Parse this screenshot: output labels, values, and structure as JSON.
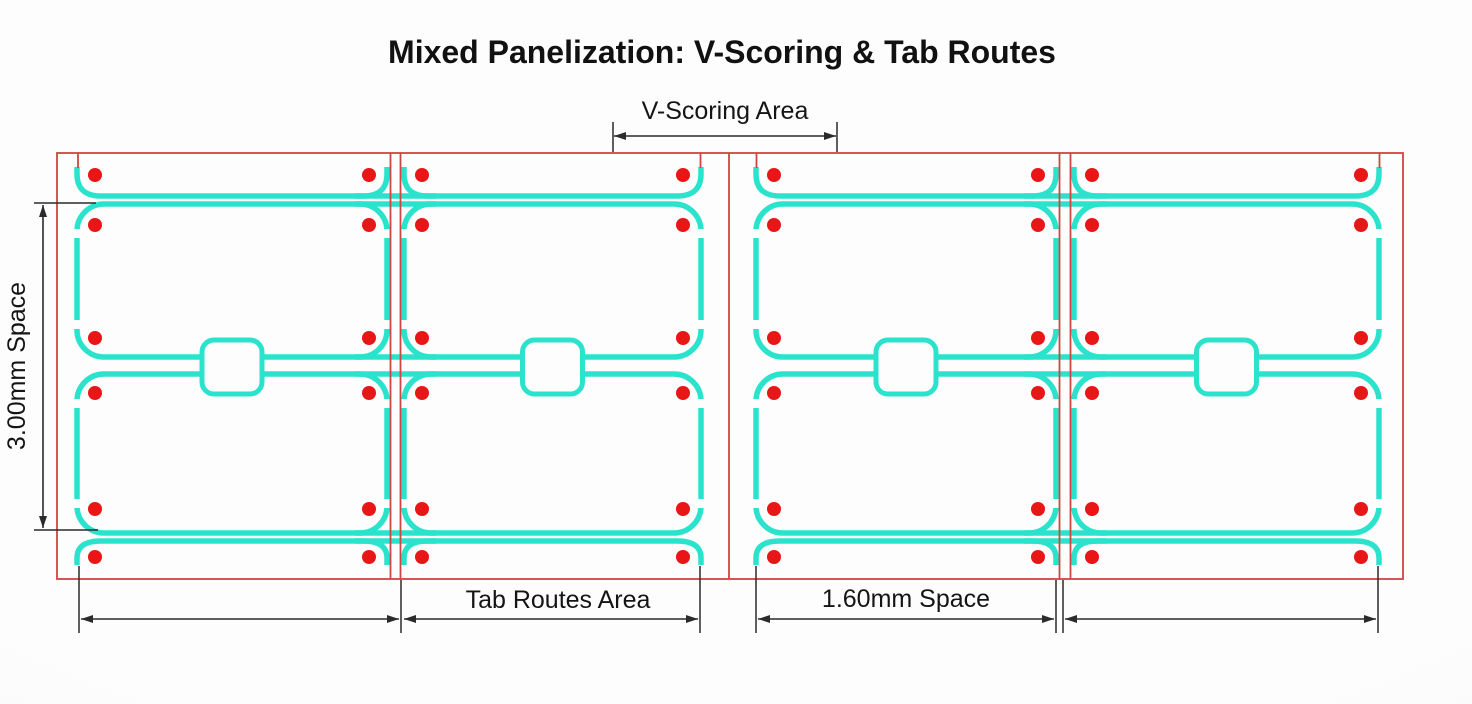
{
  "title": "Mixed Panelization: V-Scoring & Tab Routes",
  "annotations": {
    "v_scoring_area": "V-Scoring Area",
    "row_space": "3.00mm Space",
    "tab_routes_area": "Tab Routes Area",
    "column_space": "1.60mm Space"
  },
  "colors": {
    "board_route": "#2be3cd",
    "panel_outline": "#cf4444",
    "drill_dot": "#e81616",
    "dimension": "#2b2b2b"
  },
  "panel": {
    "board_columns": 4,
    "full_board_rows": 2,
    "partial_board_rows": 2,
    "tab_connectors": 4,
    "tooling_dots": 48,
    "v_scored_boundaries": 2,
    "tab_routed_boundaries": 3
  }
}
